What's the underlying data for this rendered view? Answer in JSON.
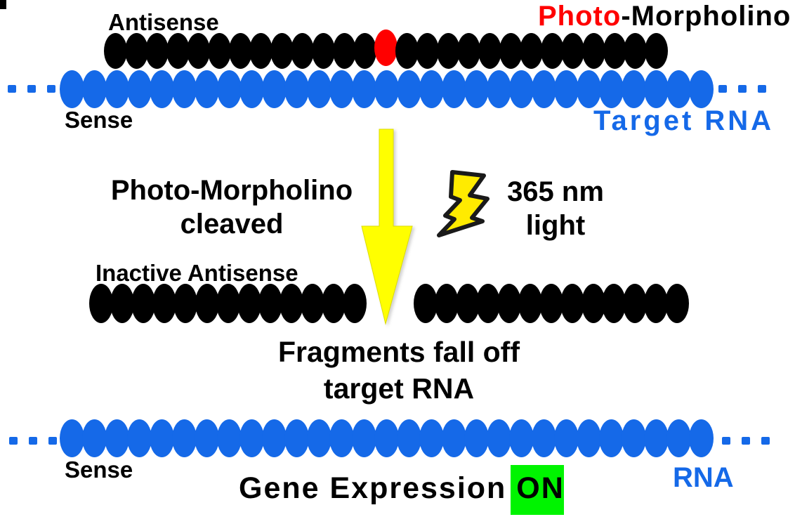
{
  "colors": {
    "blue": "#1569E8",
    "red": "#FF0000",
    "yellow": "#FFFF00",
    "green": "#00F400",
    "black": "#000000"
  },
  "title": {
    "photo": "Photo",
    "morpholino": "-Morpholino"
  },
  "top": {
    "antisense_label": "Antisense",
    "sense_label": "Sense",
    "target_rna_label": "Target RNA"
  },
  "middle": {
    "cleaved_line1": "Photo-Morpholino",
    "cleaved_line2": "cleaved",
    "light_line1": "365 nm",
    "light_line2": "light",
    "inactive_label": "Inactive Antisense",
    "fall_line1": "Fragments fall off",
    "fall_line2": "target RNA"
  },
  "bottom": {
    "sense_label": "Sense",
    "rna_label": "RNA",
    "gene_text": "Gene Expression ",
    "gene_state": "ON"
  },
  "icons": {
    "lightning": "lightning-bolt-icon",
    "arrow": "down-arrow-icon"
  },
  "chains": {
    "top_antisense": {
      "count": 27,
      "color": "#000000",
      "special_index": 13,
      "special_color": "#FF0000",
      "unit_name": "morpholino-subunit"
    },
    "top_sense": {
      "count": 29,
      "color": "#1569E8",
      "unit_name": "rna-subunit"
    },
    "frag_left": {
      "count": 13,
      "color": "#000000",
      "unit_name": "morpholino-subunit"
    },
    "frag_right": {
      "count": 13,
      "color": "#000000",
      "unit_name": "morpholino-subunit"
    },
    "bottom_sense": {
      "count": 29,
      "color": "#1569E8",
      "unit_name": "rna-subunit"
    },
    "dots_top_left": {
      "count": 3,
      "color": "#1569E8",
      "unit_name": "continuation-dot"
    },
    "dots_top_right": {
      "count": 3,
      "color": "#1569E8",
      "unit_name": "continuation-dot"
    },
    "dots_bottom_left": {
      "count": 3,
      "color": "#1569E8",
      "unit_name": "continuation-dot"
    },
    "dots_bottom_right": {
      "count": 3,
      "color": "#1569E8",
      "unit_name": "continuation-dot"
    }
  }
}
